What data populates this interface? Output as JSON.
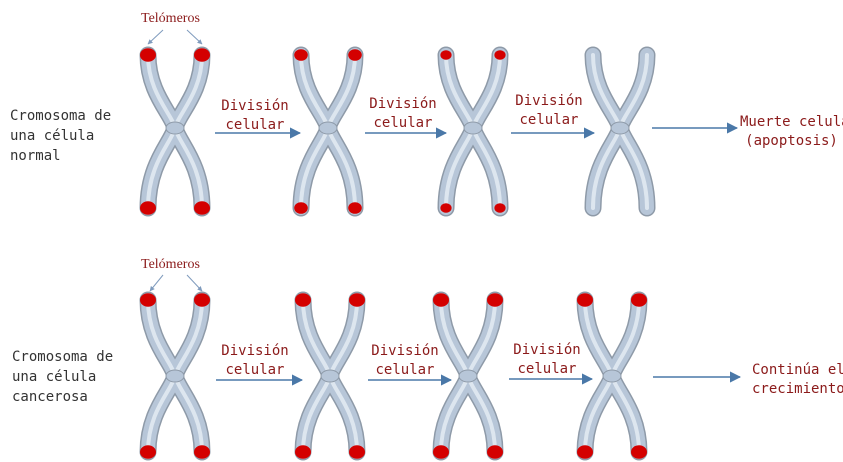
{
  "telomeres_label": "Telómeros",
  "division_label": [
    "División",
    "celular"
  ],
  "colors": {
    "chromosome": "#b7c6d8",
    "chromosome_outline": "#8e9aa8",
    "telomere": "#d40000",
    "arrow": "#4a78a8",
    "label_red": "#8b1a1a",
    "label_text": "#333333"
  },
  "rows": [
    {
      "row_label": [
        "Cromosoma de",
        "una célula",
        "normal"
      ],
      "outcome": [
        "Muerte celular",
        "(apoptosis)"
      ],
      "telomere_length": [
        1.0,
        0.7,
        0.4,
        0.0
      ]
    },
    {
      "row_label": [
        "Cromosoma de",
        "una célula",
        "cancerosa"
      ],
      "outcome": [
        "Continúa el",
        "crecimiento"
      ],
      "telomere_length": [
        1.0,
        1.0,
        1.0,
        1.0
      ]
    }
  ]
}
